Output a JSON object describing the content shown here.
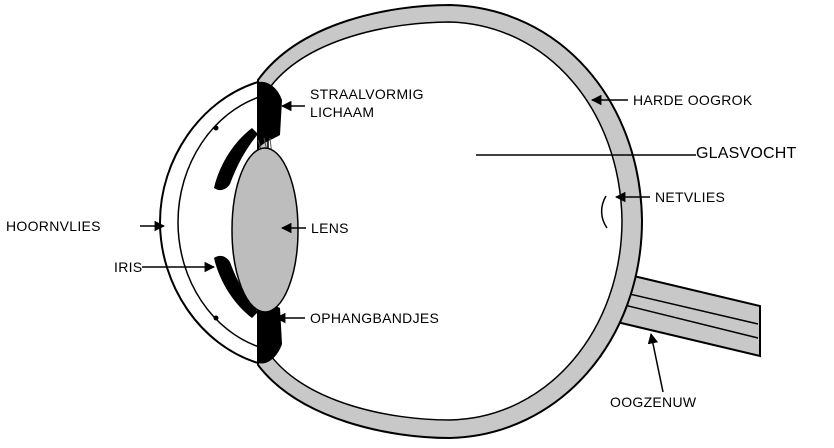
{
  "labels": {
    "straalvormig_1": "STRAALVORMIG",
    "straalvormig_2": "LICHAAM",
    "harde_oogrok": "HARDE OOGROK",
    "glasvocht": "GLASVOCHT",
    "netvlies": "NETVLIES",
    "hoornvlies": "HOORNVLIES",
    "lens": "LENS",
    "iris": "IRIS",
    "ophangbandjes": "OPHANGBANDJES",
    "oogzenuw": "OOGZENUW"
  },
  "colors": {
    "ink": "#000000",
    "sclera_fill": "#c8c8c8",
    "lens_fill": "#bdbdbd",
    "background": "#ffffff"
  }
}
